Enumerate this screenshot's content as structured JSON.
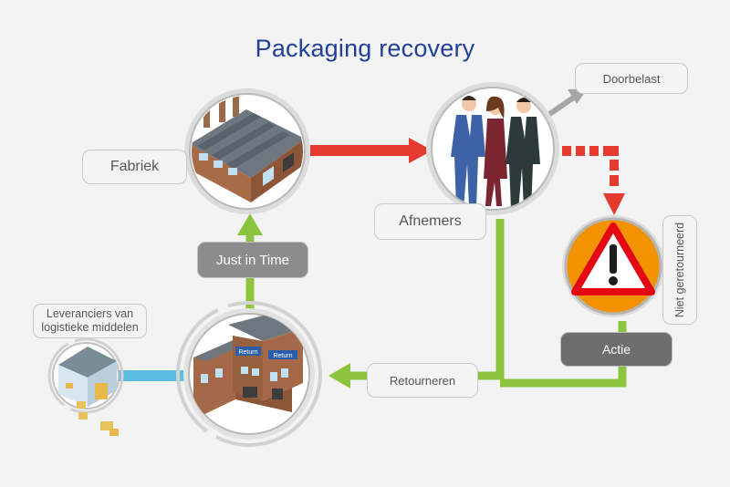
{
  "diagram": {
    "title": "Packaging recovery",
    "labels": {
      "fabriek": "Fabriek",
      "afnemers": "Afnemers",
      "doorbelast": "Doorbelast",
      "niet_geretourneerd": "Niet geretourneerd",
      "actie": "Actie",
      "retourneren": "Retourneren",
      "just_in_time": "Just in Time",
      "leveranciers_line1": "Leveranciers van",
      "leveranciers_line2": "logistieke middelen"
    },
    "colors": {
      "title": "#22409a",
      "red_arrow": "#e53a2f",
      "green_arrow": "#8cc43f",
      "blue_connector": "#5bbde0",
      "gray_arrow": "#a6a6a6",
      "warning_circle": "#f39200"
    },
    "icons": [
      "factory-icon",
      "customers-icon",
      "warning-icon",
      "warehouse-icon",
      "supplier-warehouse-icon"
    ],
    "sign_text": "Return"
  }
}
